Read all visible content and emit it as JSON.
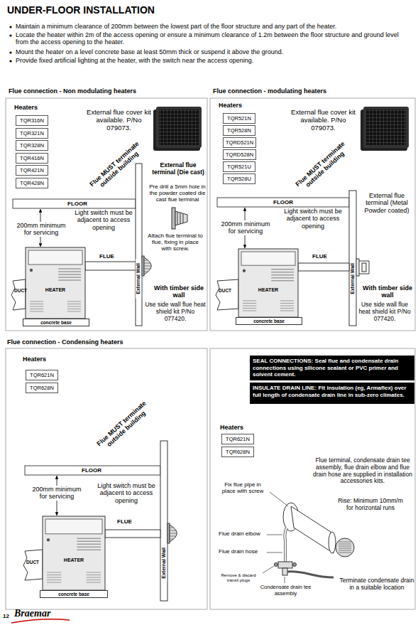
{
  "diagram": {
    "title": "UNDER-FLOOR INSTALLATION",
    "nodes": [
      {
        "text": [
          "TQR316N"
        ]
      },
      {
        "text": [
          "TQR321N"
        ]
      },
      {
        "text": [
          "TQR328N"
        ]
      },
      {
        "text": [
          "TQR416N"
        ]
      },
      {
        "text": [
          "TQR421N"
        ]
      },
      {
        "text": [
          "TQR428N"
        ]
      },
      {
        "text": [
          "HEATER"
        ]
      },
      {
        "text": [
          "concrete base"
        ]
      },
      {
        "text": [
          "TQR521N"
        ]
      },
      {
        "text": [
          "TQR528N"
        ]
      },
      {
        "text": [
          "TQRD521N"
        ]
      },
      {
        "text": [
          "TQRD528N"
        ]
      },
      {
        "text": [
          "TQR521U"
        ]
      },
      {
        "text": [
          "TQR528U"
        ]
      },
      {
        "text": [
          "HEATER"
        ]
      },
      {
        "text": [
          "concrete base"
        ]
      },
      {
        "text": [
          "TQR621N"
        ]
      },
      {
        "text": [
          "TQR628N"
        ]
      },
      {
        "text": [
          "HEATER"
        ]
      },
      {
        "text": [
          "concrete base"
        ]
      },
      {
        "text": [
          "SEAL CONNECTIONS:",
          "Seal flue and condensate drain connections using silicone sealant or PVC primer and solvent cement."
        ]
      },
      {
        "text": [
          "INSULATE DRAIN LINE:",
          "Fit insulation (eg, Armaflex) over full length of condensate drain line in sub-zero climates."
        ]
      },
      {
        "text": [
          "TQR621N"
        ]
      },
      {
        "text": [
          "TQR628N"
        ]
      }
    ],
    "labels": [
      "Maintain a minimum clearance of 200mm between the lowest part of the floor structure and any part of the heater.",
      "Locate the heater within 2m of the access opening or ensure a minimum clearance of 1.2m between the floor structure and ground level from the access opening to the heater.",
      "Mount the heater on a level concrete base at least 50mm thick or suspend it above the ground.",
      "Provide fixed artificial lighting at the heater, with the switch near the access opening.",
      "Flue connection - Non modulating heaters",
      "Flue connection - modulating heaters",
      "Heaters",
      "External flue cover kit available. P/No 079073.",
      "Flue MUST terminate outside building",
      "External flue terminal (Die cast)",
      "Pre drill a 5mm hole in the powder coated die cast flue terminal",
      "FLOOR",
      "200mm minimum for servicing",
      "Light switch must be adjacent to access opening",
      "Attach flue terminal to flue, fixing in place with screw.",
      "DUCT",
      "FLUE",
      "External Wall",
      "With timber side wall",
      "Use side wall flue heat shield kit P/No 077420.",
      "Heaters",
      "External flue cover kit available. P/No 079073.",
      "Flue MUST terminate outside building",
      "External flue terminal (Metal Powder coated)",
      "FLOOR",
      "200mm minimum for servicing",
      "Light switch must be adjacent to access opening",
      "DUCT",
      "FLUE",
      "External Wall",
      "With timber side wall",
      "Use side wall flue heat shield kit P/No 077420.",
      "Flue connection - Condensing heaters",
      "Heaters",
      "Flue MUST terminate outside building",
      "FLOOR",
      "200mm minimum for servicing",
      "Light switch must be adjacent to access opening",
      "DUCT",
      "FLUE",
      "External Wall",
      "Heaters",
      "Flue terminal, condensate drain tee assembly, flue drain elbow and flue drain hose are supplied in installation accessories kits.",
      "Fix flue pipe in place with screw",
      "Rise: Minimum 10mm/m for horizontal runs",
      "Flue drain elbow",
      "Flue drain hose",
      "Remove & discard transit plugs",
      "Condensate drain tee assembly",
      "Terminate condensate drain in a suitable location",
      "12",
      "Braemar"
    ]
  }
}
